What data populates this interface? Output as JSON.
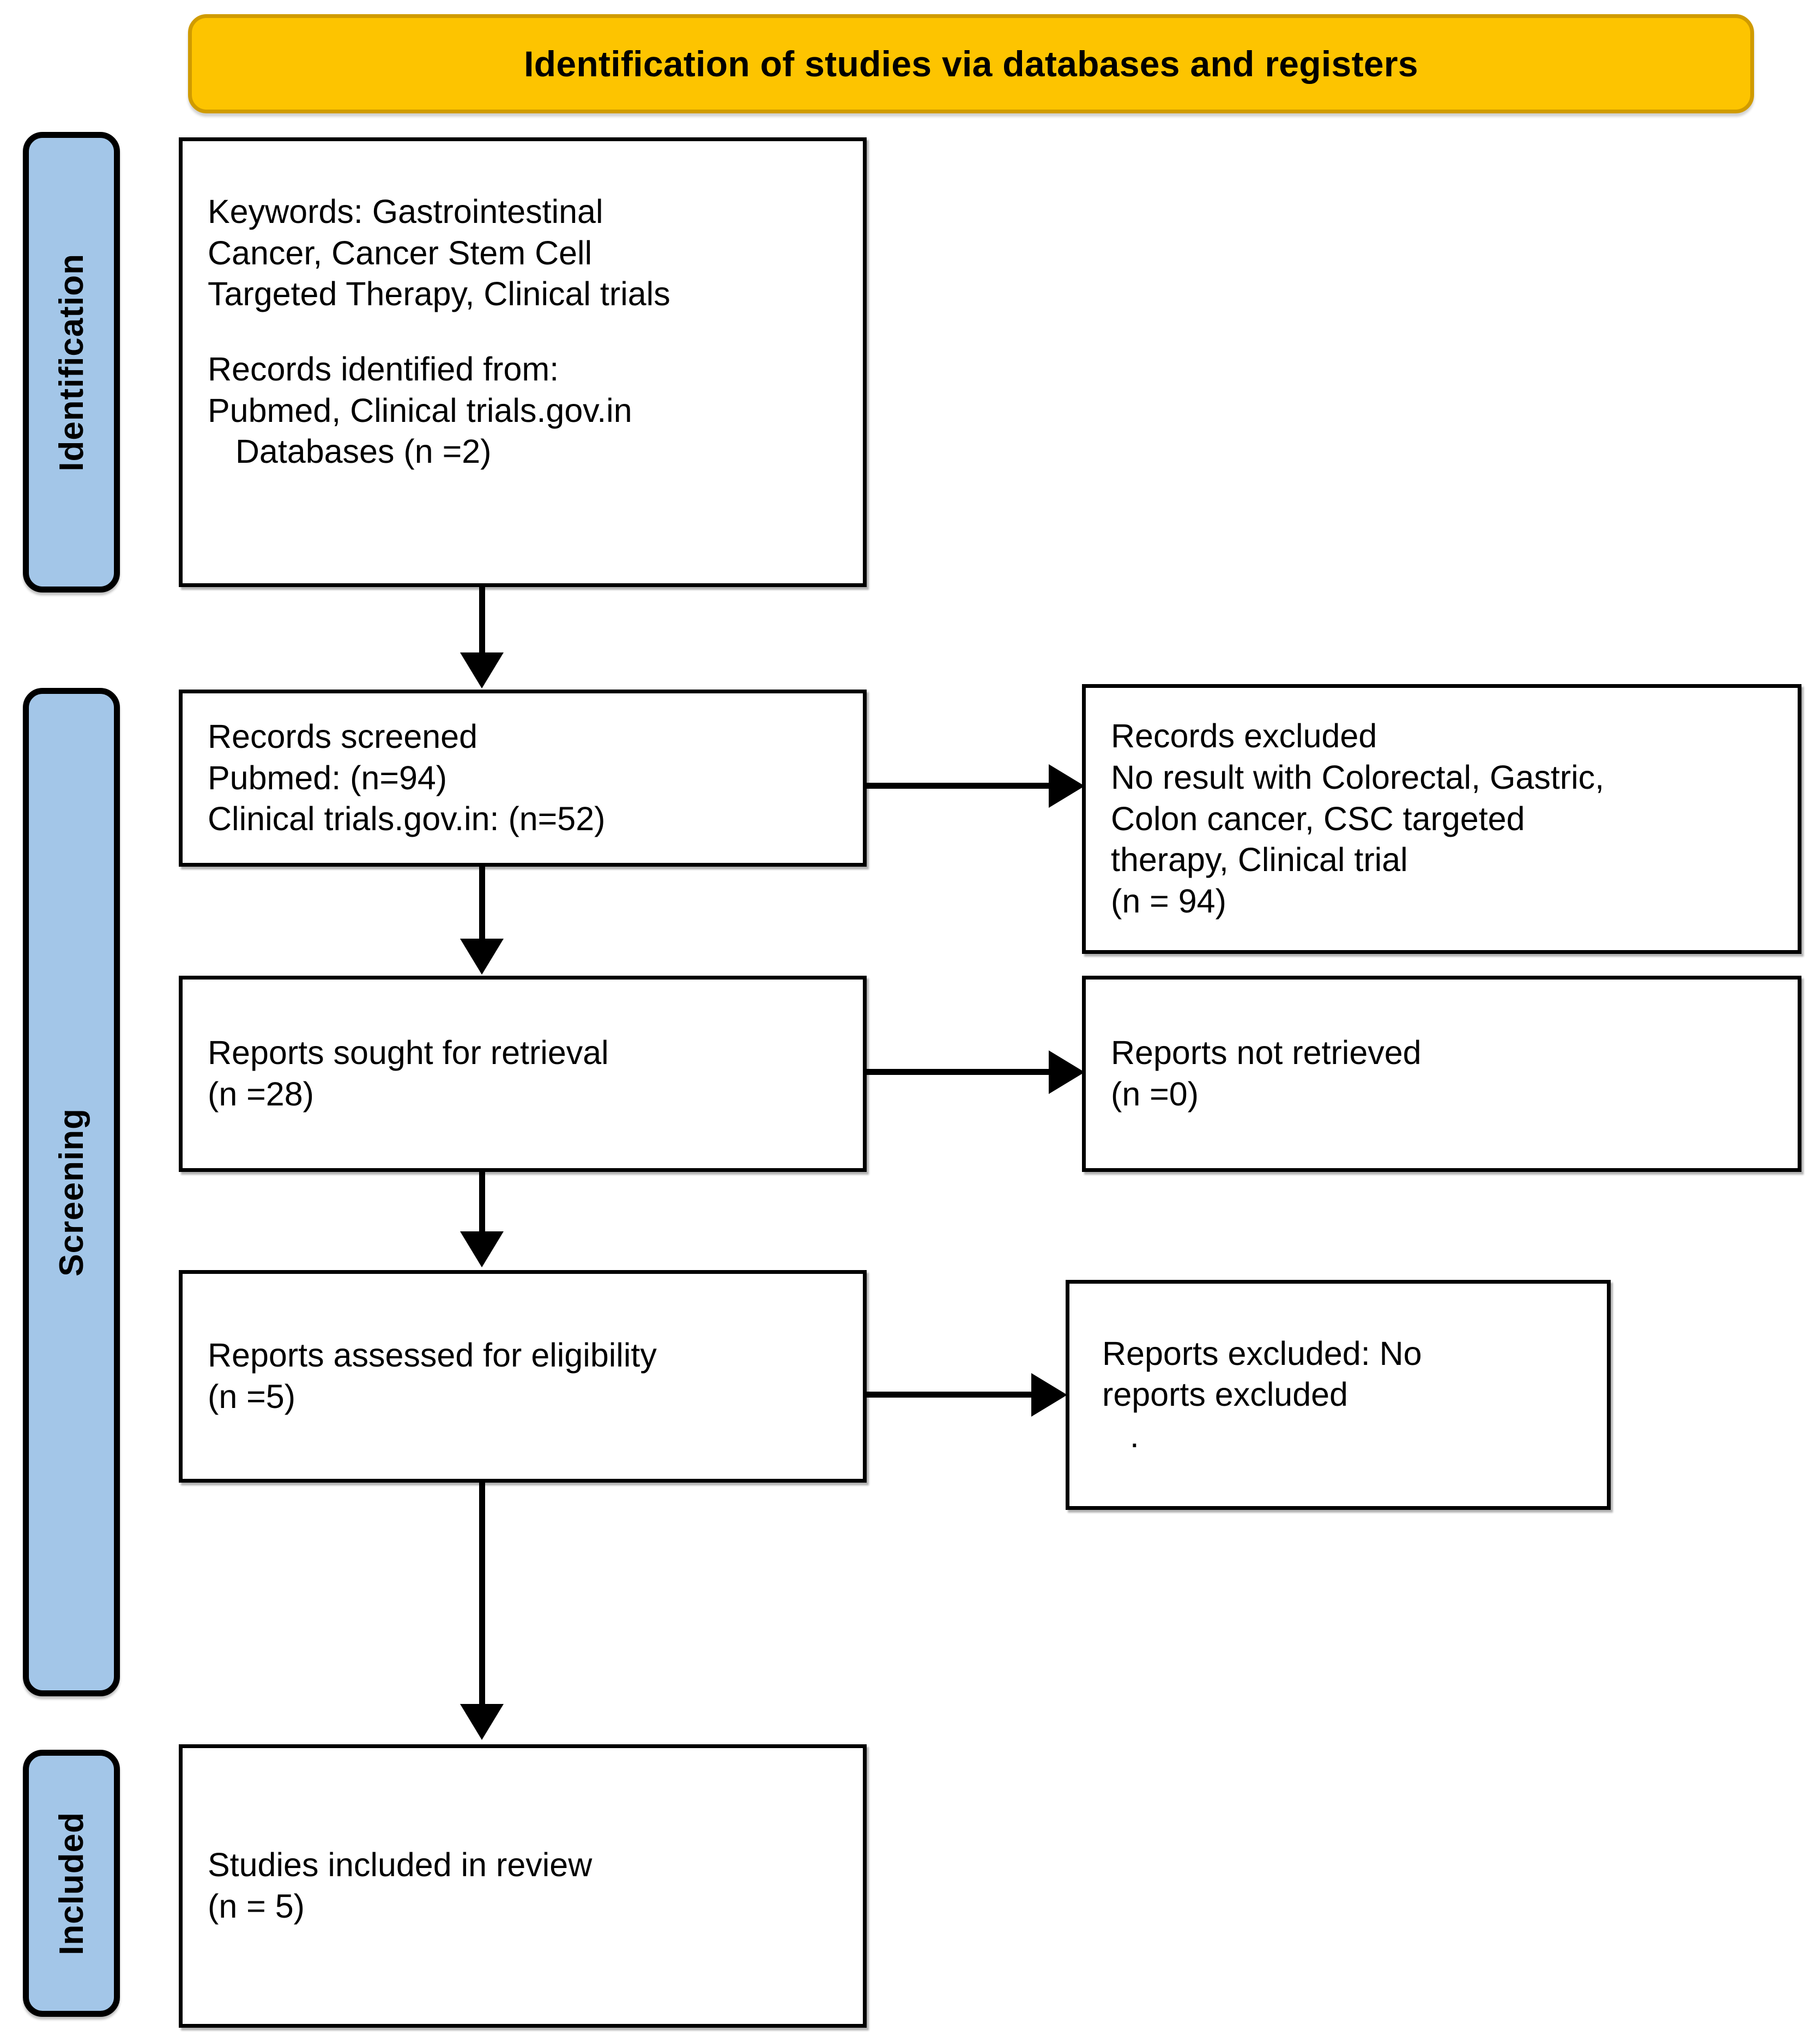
{
  "banner": {
    "title": "Identification of studies via databases and registers",
    "fill_color": "#FDC400",
    "border_color": "#D09B00"
  },
  "stage_labels": {
    "identification": "Identification",
    "screening": "Screening",
    "included": "Included",
    "fill_color": "#A3C6E8",
    "border_color": "#000000"
  },
  "boxes": {
    "identified": {
      "keywords_line1": "Keywords: Gastrointestinal",
      "keywords_line2": "Cancer, Cancer Stem Cell",
      "keywords_line3": "Targeted Therapy, Clinical trials",
      "records_line1": "Records identified from:",
      "records_line2": "Pubmed, Clinical trials.gov.in",
      "records_line3": "   Databases (n =2)"
    },
    "screened": {
      "line1": "Records screened",
      "line2": "Pubmed: (n=94)",
      "line3": "Clinical trials.gov.in: (n=52)"
    },
    "excluded_records": {
      "line1": "Records excluded",
      "line2": "No result with Colorectal, Gastric,",
      "line3": "Colon cancer, CSC targeted",
      "line4": "therapy, Clinical trial",
      "line5": "(n = 94)"
    },
    "sought": {
      "line1": "Reports sought for retrieval",
      "line2": "(n =28)"
    },
    "not_retrieved": {
      "line1": "Reports not retrieved",
      "line2": "(n =0)"
    },
    "assessed": {
      "line1": "Reports assessed for eligibility",
      "line2": "(n =5)"
    },
    "excluded_reports": {
      "line1": "Reports excluded: No",
      "line2": "reports excluded",
      "line3": "   ."
    },
    "included": {
      "line1": "Studies included in review",
      "line2": "(n = 5)"
    }
  }
}
